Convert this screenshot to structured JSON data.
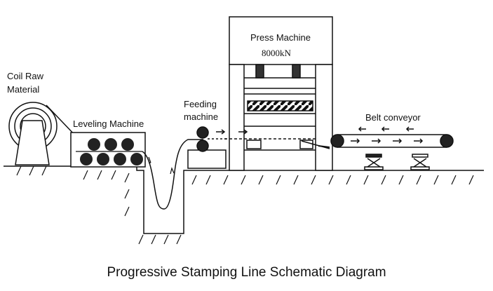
{
  "labels": {
    "coil_line1": "Coil Raw",
    "coil_line2": "Material",
    "leveling": "Leveling Machine",
    "feeding_line1": "Feeding",
    "feeding_line2": "machine",
    "press": "Press Machine",
    "press_force": "8000kN",
    "belt": "Belt conveyor"
  },
  "caption": "Progressive Stamping Line Schematic Diagram",
  "colors": {
    "line": "#111111",
    "roller": "#222222",
    "background": "#ffffff"
  }
}
